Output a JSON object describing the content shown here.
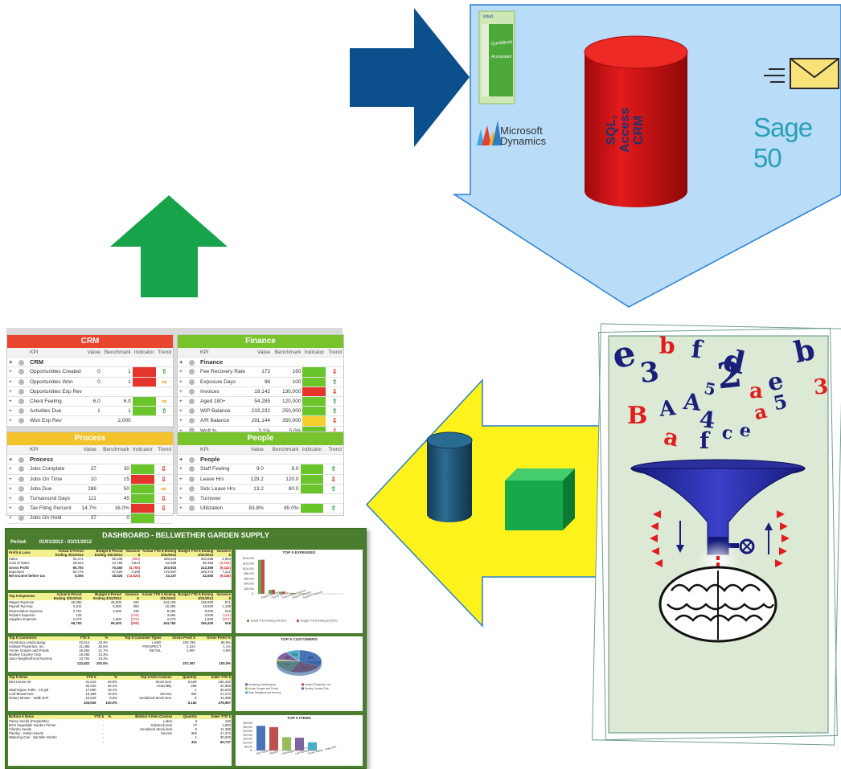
{
  "top_right": {
    "logo_quickbooks": "Intuit QuickBooks Accountant",
    "logo_dynamics_line1": "Microsoft",
    "logo_dynamics_line2": "Dynamics",
    "cylinder_text": [
      "SQL,",
      "Access",
      "CRM"
    ],
    "logo_sage": "Sage 50"
  },
  "funnel_letters": [
    "e",
    "3",
    "b",
    "f",
    "d",
    "b",
    "2",
    "a",
    "A",
    "5",
    "e",
    "3",
    "B",
    "4",
    "a",
    "5",
    "A",
    "f",
    "c",
    "e",
    "a"
  ],
  "kpi_panels": {
    "crm": {
      "title": "CRM",
      "color": "#e8442e",
      "headers": [
        "KPI",
        "Value",
        "Benchmark",
        "Indicator",
        "Trend"
      ],
      "group": "CRM",
      "rows": [
        {
          "kpi": "Opportunities Created",
          "value": "0",
          "bench": "1",
          "ind": "r",
          "trend": "up"
        },
        {
          "kpi": "Opportunities Won",
          "value": "0",
          "bench": "1",
          "ind": "r",
          "trend": "rt"
        },
        {
          "kpi": "Opportunities Exp Rev",
          "value": "",
          "bench": "",
          "ind": "",
          "trend": ""
        },
        {
          "kpi": "Client Feeling",
          "value": "6.0",
          "bench": "6.0",
          "ind": "g",
          "trend": "rt"
        },
        {
          "kpi": "Activities Due",
          "value": "1",
          "bench": "1",
          "ind": "g",
          "trend": "up"
        },
        {
          "kpi": "Won Exp Rev",
          "value": "",
          "bench": "2,000",
          "ind": "",
          "trend": ""
        }
      ]
    },
    "finance": {
      "title": "Finance",
      "color": "#78c22c",
      "headers": [
        "KPI",
        "Value",
        "Benchmark",
        "Indicator",
        "Trend"
      ],
      "group": "Finance",
      "rows": [
        {
          "kpi": "Fee Recovery Rate",
          "value": "172",
          "bench": "160",
          "ind": "g",
          "trend": "dn"
        },
        {
          "kpi": "Exposure Days",
          "value": "96",
          "bench": "100",
          "ind": "g",
          "trend": "up"
        },
        {
          "kpi": "Invoices",
          "value": "19,142",
          "bench": "130,000",
          "ind": "r",
          "trend": "dn"
        },
        {
          "kpi": "Aged 180+",
          "value": "54,285",
          "bench": "120,000",
          "ind": "g",
          "trend": "up"
        },
        {
          "kpi": "WIP Balance",
          "value": "233,232",
          "bench": "250,000",
          "ind": "g",
          "trend": "up"
        },
        {
          "kpi": "A/R Balance",
          "value": "291,144",
          "bench": "350,000",
          "ind": "y",
          "trend": "dn"
        },
        {
          "kpi": "Wolf %",
          "value": "3.1%",
          "bench": "5.0%",
          "ind": "g",
          "trend": "dn"
        }
      ]
    },
    "process": {
      "title": "Process",
      "color": "#f4c22a",
      "headers": [
        "KPI",
        "Value",
        "Benchmark",
        "Indicator",
        "Trend"
      ],
      "group": "Process",
      "rows": [
        {
          "kpi": "Jobs Complete",
          "value": "37",
          "bench": "30",
          "ind": "g",
          "trend": "dn"
        },
        {
          "kpi": "Jobs On Time",
          "value": "10",
          "bench": "15",
          "ind": "r",
          "trend": "dn"
        },
        {
          "kpi": "Jobs Due",
          "value": "288",
          "bench": "50",
          "ind": "g",
          "trend": "rt"
        },
        {
          "kpi": "Turnaround Days",
          "value": "111",
          "bench": "45",
          "ind": "g",
          "trend": "dn"
        },
        {
          "kpi": "Tax Filing Percent",
          "value": "14.7%",
          "bench": "16.0%",
          "ind": "r",
          "trend": "dn"
        },
        {
          "kpi": "Jobs On Hold",
          "value": "37",
          "bench": "0",
          "ind": "g",
          "trend": ""
        }
      ]
    },
    "people": {
      "title": "People",
      "color": "#78c22c",
      "headers": [
        "KPI",
        "Value",
        "Benchmark",
        "Indicator",
        "Trend"
      ],
      "group": "People",
      "rows": [
        {
          "kpi": "Staff Feeling",
          "value": "9.0",
          "bench": "8.0",
          "ind": "g",
          "trend": "up"
        },
        {
          "kpi": "Leave Hrs",
          "value": "129.2",
          "bench": "120.0",
          "ind": "g",
          "trend": "dn"
        },
        {
          "kpi": "Sick Leave Hrs",
          "value": "13.2",
          "bench": "80.0",
          "ind": "g",
          "trend": "up"
        },
        {
          "kpi": "Turnover",
          "value": "",
          "bench": "",
          "ind": "",
          "trend": ""
        },
        {
          "kpi": "Utilization",
          "value": "83.8%",
          "bench": "65.0%",
          "ind": "g",
          "trend": "up"
        }
      ]
    }
  },
  "dashboard": {
    "title": "DASHBOARD - BELLWETHER GARDEN SUPPLY",
    "period_label": "Period:",
    "period_value": "01/01/2012 - 03/31/2012",
    "pl": {
      "headers": [
        "Profit & Loss",
        "Actual $ Period Ending 3/31/2012",
        "Budget $ Period Ending 3/31/2012",
        "Variance $",
        "Actual YTD $ Ending 3/31/2012",
        "Budget YTD $ Ending 3/31/2012",
        "Variance $"
      ],
      "rows": [
        [
          "Sales",
          "94,271",
          "95,230",
          "(959)",
          "286,642",
          "283,658",
          "2,984"
        ],
        [
          "Cost of Sales",
          "28,624",
          "24,780",
          "3,844",
          "82,588",
          "88,456",
          "(5,868)"
        ],
        [
          "Gross Profit",
          "65,700",
          "70,450",
          "(4,750)",
          "203,924",
          "213,366",
          "(9,442)"
        ],
        [
          "Expenses",
          "60,775",
          "57,625",
          "3,150",
          "176,687",
          "169,475",
          "7,212"
        ],
        [
          "Net Income before tax",
          "5,005",
          "18,825",
          "(13,820)",
          "33,157",
          "42,605",
          "(9,448)"
        ]
      ]
    },
    "exp": {
      "headers": [
        "Top 5 Expenses",
        "Actual $ Period Ending 3/31/2012",
        "Budget $ Period Ending 3/31/2012",
        "Variance $",
        "Actual YTD $ Ending 3/31/2012",
        "Budget YTD $ Ending 3/31/2012",
        "Variance $"
      ],
      "rows": [
        [
          "Wages Expense",
          "46,090",
          "45,000",
          "190",
          "134,429",
          "135,000",
          "571"
        ],
        [
          "Payroll Tax Exp",
          "5,011",
          "5,500",
          "369",
          "15,392",
          "16,500",
          "1,108"
        ],
        [
          "Depreciation Expense",
          "2,761",
          "3,000",
          "239",
          "8,384",
          "9,000",
          "616"
        ],
        [
          "Repairs Expense",
          "125",
          "-",
          "(125)",
          "3,694",
          "3,000",
          "(114)"
        ],
        [
          "Supplies Expense",
          "2,073",
          "1,000",
          "(573)",
          "2,073",
          "1,500",
          "(573)"
        ],
        [
          "",
          "55,700",
          "55,400",
          "(300)",
          "164,782",
          "165,400",
          "618"
        ]
      ]
    },
    "cust": {
      "headers": [
        "Top 5 Customers",
        "YTD $",
        "%",
        "Top 5 Customer Types",
        "Gross Profit $",
        "Gross Profit %"
      ],
      "rows": [
        [
          "Armstrong Landscaping",
          "40,614",
          "33.3%",
          "LAND",
          "200,796",
          "96.6%"
        ],
        [
          "Holland Properties, Inc.",
          "31,085",
          "25.5%",
          "PROSPECT",
          "2,224",
          "1.1%"
        ],
        [
          "Archer Scapes and Ponds",
          "26,084",
          "21.7%",
          "RETAIL",
          "1,997",
          "0.9%"
        ],
        [
          "Mosley Country Club",
          "16,296",
          "13.3%",
          "<Blank>",
          "",
          ""
        ],
        [
          "Saxo Neighborhood Nursery",
          "10,752",
          "10.2%",
          "",
          "",
          ""
        ],
        [
          "",
          "133,922",
          "100.0%",
          "",
          "207,067",
          "100.0%"
        ]
      ]
    },
    "items": {
      "headers": [
        "Top 5 Items",
        "YTD $",
        "%",
        "Top 5 Item Classes",
        "Quantity",
        "Sales YTD $"
      ],
      "rows": [
        [
          "Bird House Kit",
          "31,643",
          "29.9%",
          "Stock item",
          "5,529",
          "185,402"
        ],
        [
          "<Blank>",
          "30,020",
          "28.2%",
          "Assembly",
          "288",
          "31,889"
        ],
        [
          "Washington Palm - 10 gal",
          "17,090",
          "16.1%",
          "<Blank>",
          "1",
          "30,020"
        ],
        [
          "Leaf Blower/Vac",
          "16,489",
          "15.5%",
          "Service",
          "392",
          "17,272"
        ],
        [
          "Rotary Mower - Walk 3HP",
          "10,629",
          "9.5%",
          "Serialized Stock item",
          "8",
          "11,385"
        ],
        [
          "",
          "106,936",
          "100.0%",
          "",
          "6,162",
          "276,967"
        ]
      ]
    },
    "bottom": {
      "headers": [
        "Bottom 5 Items",
        "YTD $",
        "%",
        "Bottom 5 Item Classes",
        "Quantity",
        "Sales YTD $"
      ],
      "rows": [
        [
          "Pansy Seeds (Purple/Mix)",
          "-",
          "",
          "Labor",
          "3",
          "120"
        ],
        [
          "BGS Vegetable Garden Primer",
          "-",
          "",
          "Substock item",
          "27",
          "1,860"
        ],
        [
          "Cilantro Seeds",
          "-",
          "",
          "Serialized Stock item",
          "8",
          "11,385"
        ],
        [
          "Parsley - Italian Seeds",
          "-",
          "",
          "Service",
          "392",
          "17,272"
        ],
        [
          "Watering Can - Sprinkle Nozzle",
          "-",
          "",
          "<Blank>",
          "1",
          "30,020"
        ],
        [
          "",
          "-",
          "",
          "",
          "421",
          "60,737"
        ]
      ]
    },
    "chart_expenses_title": "TOP 5 EXPENSES",
    "chart_customers_title": "TOP 5 CUSTOMERS",
    "chart_items_title": "TOP 5 ITEMS"
  },
  "chart_data": [
    {
      "type": "bar",
      "title": "TOP 5 EXPENSES",
      "categories": [
        "Wages Expense",
        "Payroll Tax Exp",
        "Depreciation Expense",
        "Repairs Expense",
        "Supplies Expense"
      ],
      "series": [
        {
          "name": "Actual YTD $ Ending 3/31/2012",
          "values": [
            134429,
            15392,
            8384,
            3694,
            2073
          ]
        },
        {
          "name": "Budget YTD $ Ending 3/31/2012",
          "values": [
            135000,
            16500,
            9000,
            3000,
            1500
          ]
        }
      ],
      "ylim": [
        0,
        140000
      ],
      "yticks": [
        "$140,000",
        "$120,000",
        "$100,000",
        "$80,000",
        "$60,000",
        "$40,000",
        "$20,000",
        "$-"
      ]
    },
    {
      "type": "pie",
      "title": "TOP 5 CUSTOMERS",
      "categories": [
        "Armstrong Landscaping",
        "Holland Properties, Inc.",
        "Archer Scapes and Ponds",
        "Mosley Country Club",
        "Saxo Neighborhood Nursery"
      ],
      "values": [
        33,
        25,
        22,
        13,
        10
      ],
      "labels": [
        "33%",
        "25%",
        "22%",
        "13%",
        "10%"
      ],
      "colors": [
        "#4a72b8",
        "#c0504d",
        "#9bbb59",
        "#8064a2",
        "#4bacc6"
      ]
    },
    {
      "type": "bar",
      "title": "TOP 5 ITEMS",
      "categories": [
        "Bird House Kit",
        "<Blank>",
        "Washington Palm - 10 gal",
        "Leaf Blower/Vac",
        "Rotary Mower - Walk 3HP"
      ],
      "values": [
        31643,
        30020,
        17090,
        16489,
        10629
      ],
      "colors": [
        "#4a72b8",
        "#c0504d",
        "#9bbb59",
        "#8064a2",
        "#4bacc6"
      ],
      "ylim": [
        0,
        35000
      ],
      "yticks": [
        "$35,000",
        "$30,000",
        "$25,000",
        "$20,000",
        "$15,000",
        "$10,000",
        "$5,000",
        "$-"
      ]
    }
  ],
  "colors": {
    "arrow_blue": "#0b4f8c",
    "funnel_bg_arrow": "#b9dcf8",
    "arrow_yellow": "#fdf21c",
    "arrow_green": "#16a34a",
    "cylinder_red": "#d20f12",
    "dashboard_green": "#4a7d2e"
  }
}
